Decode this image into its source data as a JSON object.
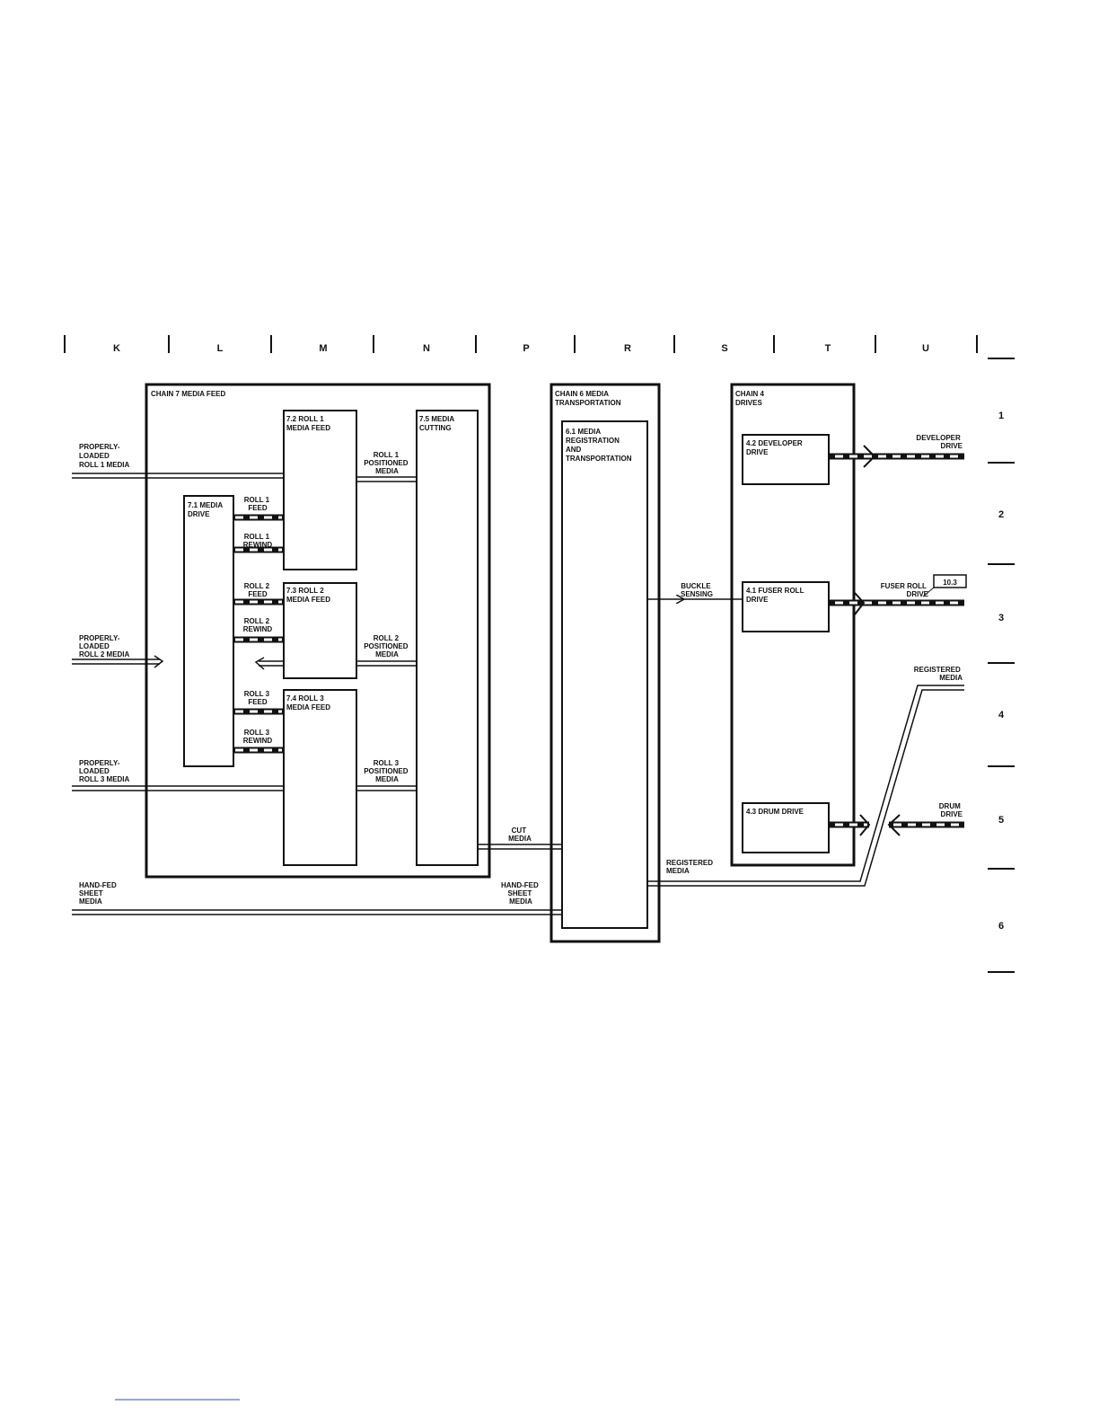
{
  "column_letters": [
    "K",
    "L",
    "M",
    "N",
    "P",
    "R",
    "S",
    "T",
    "U"
  ],
  "row_numbers": [
    "1",
    "2",
    "3",
    "4",
    "5",
    "6"
  ],
  "chains": {
    "chain7": "CHAIN 7  MEDIA FEED",
    "chain6": [
      "CHAIN 6  MEDIA",
      "TRANSPORTATION"
    ],
    "chain4": [
      "CHAIN 4",
      "DRIVES"
    ]
  },
  "blocks": {
    "b71": [
      "7.1 MEDIA",
      "DRIVE"
    ],
    "b72": [
      "7.2 ROLL 1",
      "MEDIA FEED"
    ],
    "b73": [
      "7.3 ROLL 2",
      "MEDIA FEED"
    ],
    "b74": [
      "7.4 ROLL 3",
      "MEDIA FEED"
    ],
    "b75": [
      "7.5 MEDIA",
      "CUTTING"
    ],
    "b61": [
      "6.1  MEDIA",
      "REGISTRATION",
      "AND",
      "TRANSPORTATION"
    ],
    "b42": [
      "4.2  DEVELOPER",
      "DRIVE"
    ],
    "b41": [
      "4.1  FUSER ROLL",
      "DRIVE"
    ],
    "b43": [
      "4.3  DRUM DRIVE"
    ]
  },
  "signals": {
    "in_roll1": [
      "PROPERLY-",
      "LOADED",
      "ROLL 1 MEDIA"
    ],
    "in_roll2": [
      "PROPERLY-",
      "LOADED",
      "ROLL 2 MEDIA"
    ],
    "in_roll3": [
      "PROPERLY-",
      "LOADED",
      "ROLL 3 MEDIA"
    ],
    "hand_fed_in": [
      "HAND-FED",
      "SHEET",
      "MEDIA"
    ],
    "hand_fed_mid": [
      "HAND-FED",
      "SHEET",
      "MEDIA"
    ],
    "roll1_feed": [
      "ROLL 1",
      "FEED"
    ],
    "roll1_rewind": [
      "ROLL 1",
      "REWIND"
    ],
    "roll2_feed": [
      "ROLL 2",
      "FEED"
    ],
    "roll2_rewind": [
      "ROLL 2",
      "REWIND"
    ],
    "roll3_feed": [
      "ROLL 3",
      "FEED"
    ],
    "roll3_rewind": [
      "ROLL 3",
      "REWIND"
    ],
    "roll1_pos": [
      "ROLL 1",
      "POSITIONED",
      "MEDIA"
    ],
    "roll2_pos": [
      "ROLL 2",
      "POSITIONED",
      "MEDIA"
    ],
    "roll3_pos": [
      "ROLL 3",
      "POSITIONED",
      "MEDIA"
    ],
    "cut_media": [
      "CUT",
      "MEDIA"
    ],
    "buckle": [
      "BUCKLE",
      "SENSING"
    ],
    "registered_mid": [
      "REGISTERED",
      "MEDIA"
    ],
    "registered_out": [
      "REGISTERED",
      "MEDIA"
    ],
    "developer_drive": [
      "DEVELOPER",
      "DRIVE"
    ],
    "fuser_drive": [
      "FUSER ROLL",
      "DRIVE"
    ],
    "drum_drive": [
      "DRUM",
      "DRIVE"
    ],
    "ref": "10.3"
  }
}
